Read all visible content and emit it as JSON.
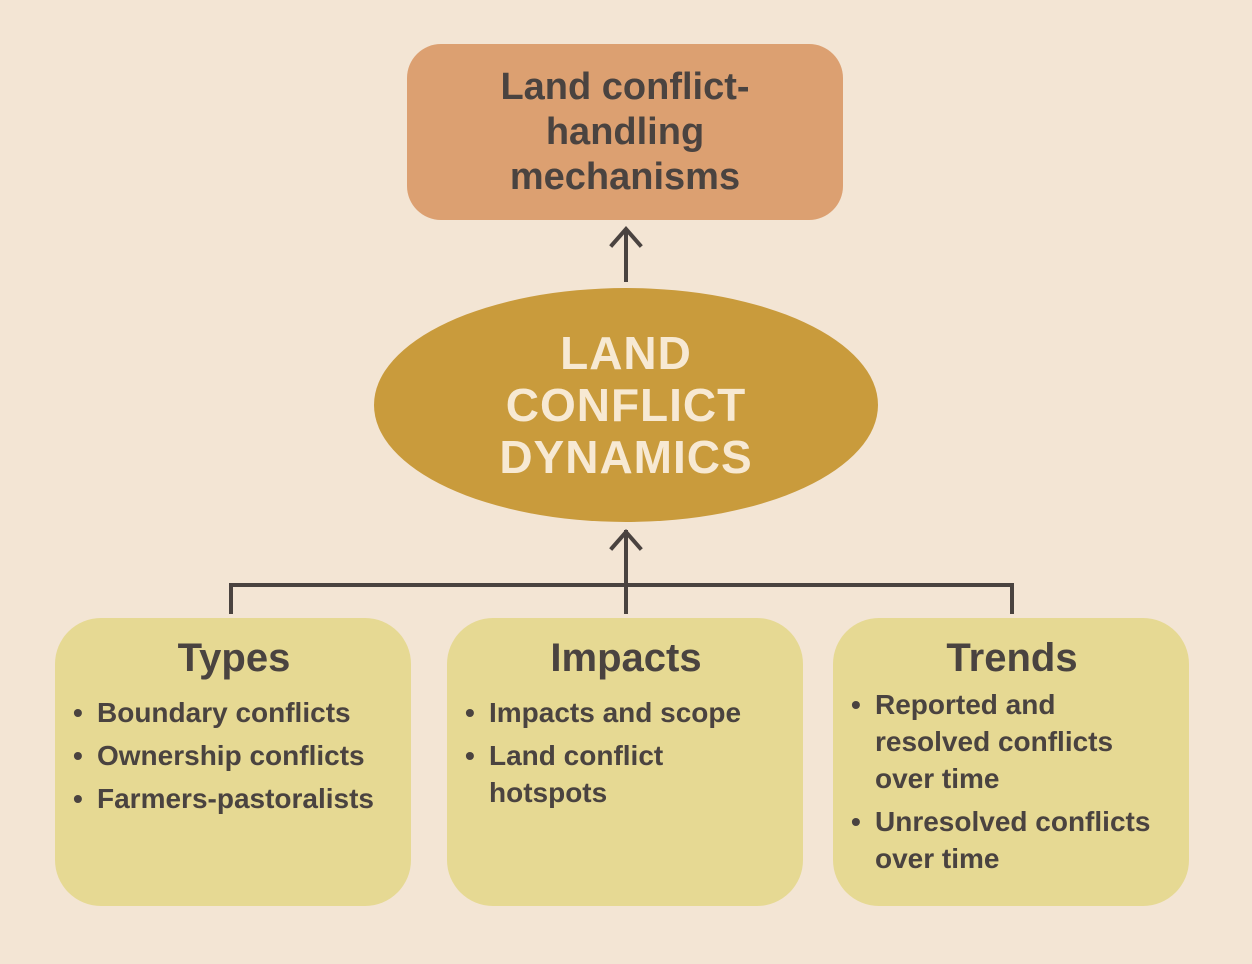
{
  "diagram": {
    "top_box": {
      "label": "Land conflict-handling mechanisms"
    },
    "center": {
      "label": "LAND CONFLICT DYNAMICS"
    },
    "categories": [
      {
        "title": "Types",
        "items": [
          "Boundary conflicts",
          "Ownership conflicts",
          "Farmers-pastoralists"
        ]
      },
      {
        "title": "Impacts",
        "items": [
          "Impacts and scope",
          "Land conflict hotspots"
        ]
      },
      {
        "title": "Trends",
        "items": [
          "Reported and resolved conflicts over time",
          "Unresolved conflicts over time"
        ]
      }
    ]
  },
  "colors": {
    "background": "#F3E5D4",
    "top_box": "#DCA071",
    "center_ellipse": "#C99B3C",
    "category_box": "#E6D993",
    "text_dark": "#4A4340",
    "text_light": "#F7E9D3",
    "connector": "#4A4340"
  }
}
